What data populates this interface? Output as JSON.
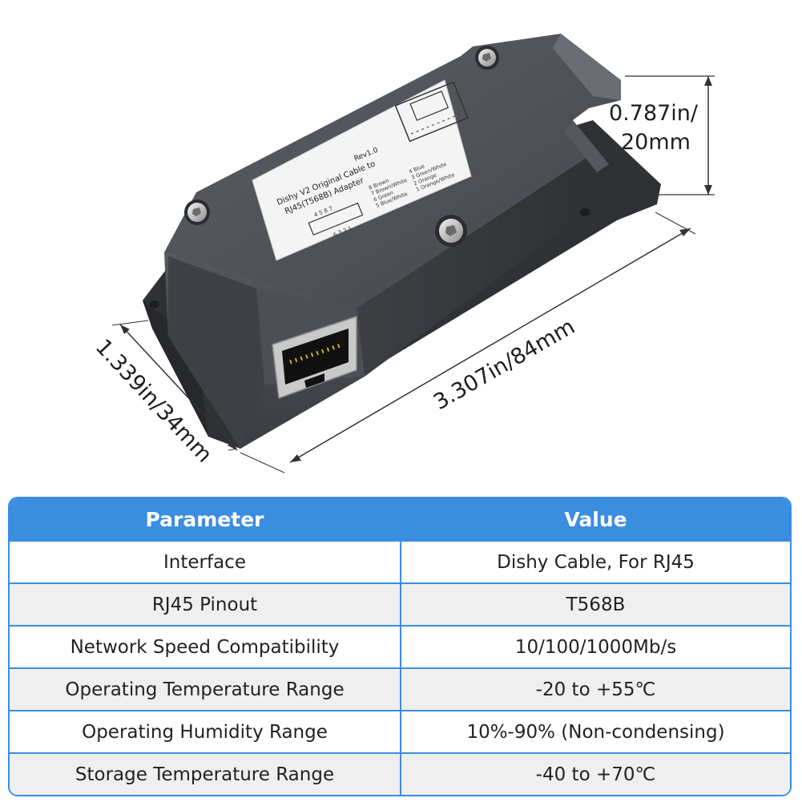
{
  "figure": {
    "dimension_height": [
      "0.787in/",
      "20mm"
    ],
    "dimension_length": "3.307in/84mm",
    "dimension_width": "1.339in/34mm",
    "label": {
      "title_line1": "Dishy V2 Original Cable to",
      "title_line2": "RJ45(T568B) Adapter",
      "rev": "Rev1.0",
      "pins_left": [
        "8 Brown",
        "7 Brown/White",
        "6 Green",
        "5 Blue/White"
      ],
      "pins_right": [
        "4 Blue",
        "3 Green/White",
        "2 Orange",
        "1 Orange/White"
      ],
      "connector_top": "4 5  8 7",
      "connector_bottom": "6 3 2 1"
    },
    "colors": {
      "body": "#4a4c52",
      "body_dark": "#35373c",
      "body_light": "#62656b",
      "label": "#f4f4f4"
    }
  },
  "table": {
    "header": {
      "param": "Parameter",
      "value": "Value"
    },
    "rows": [
      {
        "param": "Interface",
        "value": "Dishy Cable, For RJ45"
      },
      {
        "param": "RJ45 Pinout",
        "value": "T568B"
      },
      {
        "param": "Network Speed Compatibility",
        "value": "10/100/1000Mb/s"
      },
      {
        "param": "Operating Temperature Range",
        "value": "-20 to +55℃"
      },
      {
        "param": "Operating Humidity Range",
        "value": "10%-90% (Non-condensing)"
      },
      {
        "param": "Storage Temperature Range",
        "value": "-40 to +70℃"
      }
    ],
    "accent": "#3b8de0"
  }
}
